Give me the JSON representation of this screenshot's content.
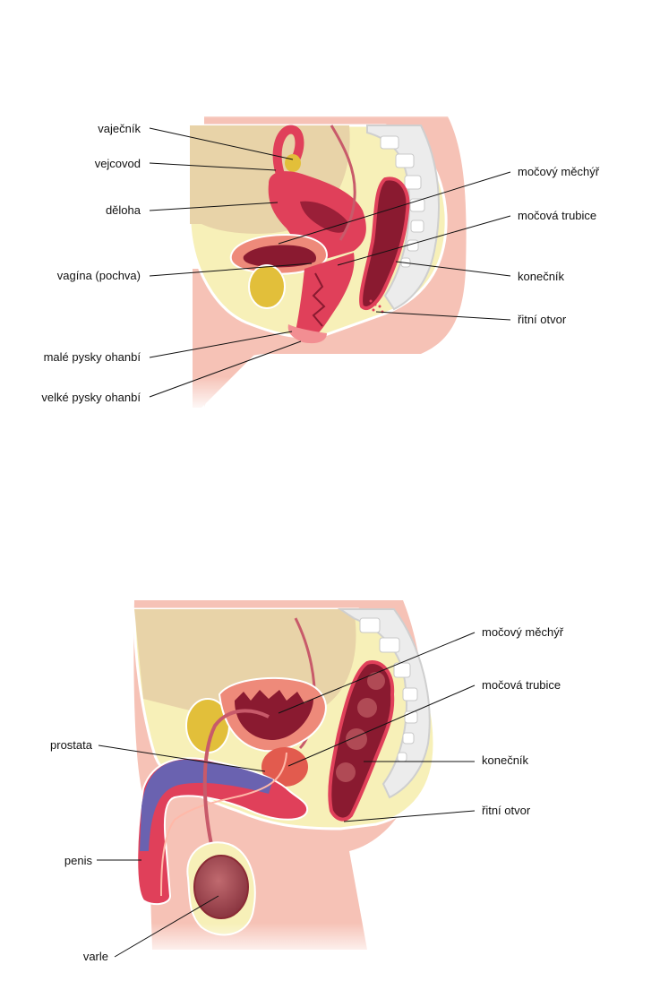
{
  "female": {
    "labels": {
      "ovary": "vaječník",
      "oviduct": "vejcovod",
      "uterus": "děloha",
      "vagina": "vagína (pochva)",
      "labia_minora": "malé pysky ohanbí",
      "labia_majora": "velké pysky ohanbí",
      "bladder": "močový měchýř",
      "urethra": "močová trubice",
      "rectum": "konečník",
      "anus": "řitní otvor"
    }
  },
  "male": {
    "labels": {
      "bladder": "močový měchýř",
      "urethra": "močová trubice",
      "prostate": "prostata",
      "rectum": "konečník",
      "anus": "řitní otvor",
      "penis": "penis",
      "testis": "varle"
    }
  },
  "colors": {
    "skin": "#f6c2b6",
    "fat": "#f7f0b8",
    "bone": "#e8d3a8",
    "organ_red": "#e0405a",
    "organ_dark": "#8a1a30",
    "vein_blue": "#6a62b0",
    "spine": "#ececec"
  }
}
